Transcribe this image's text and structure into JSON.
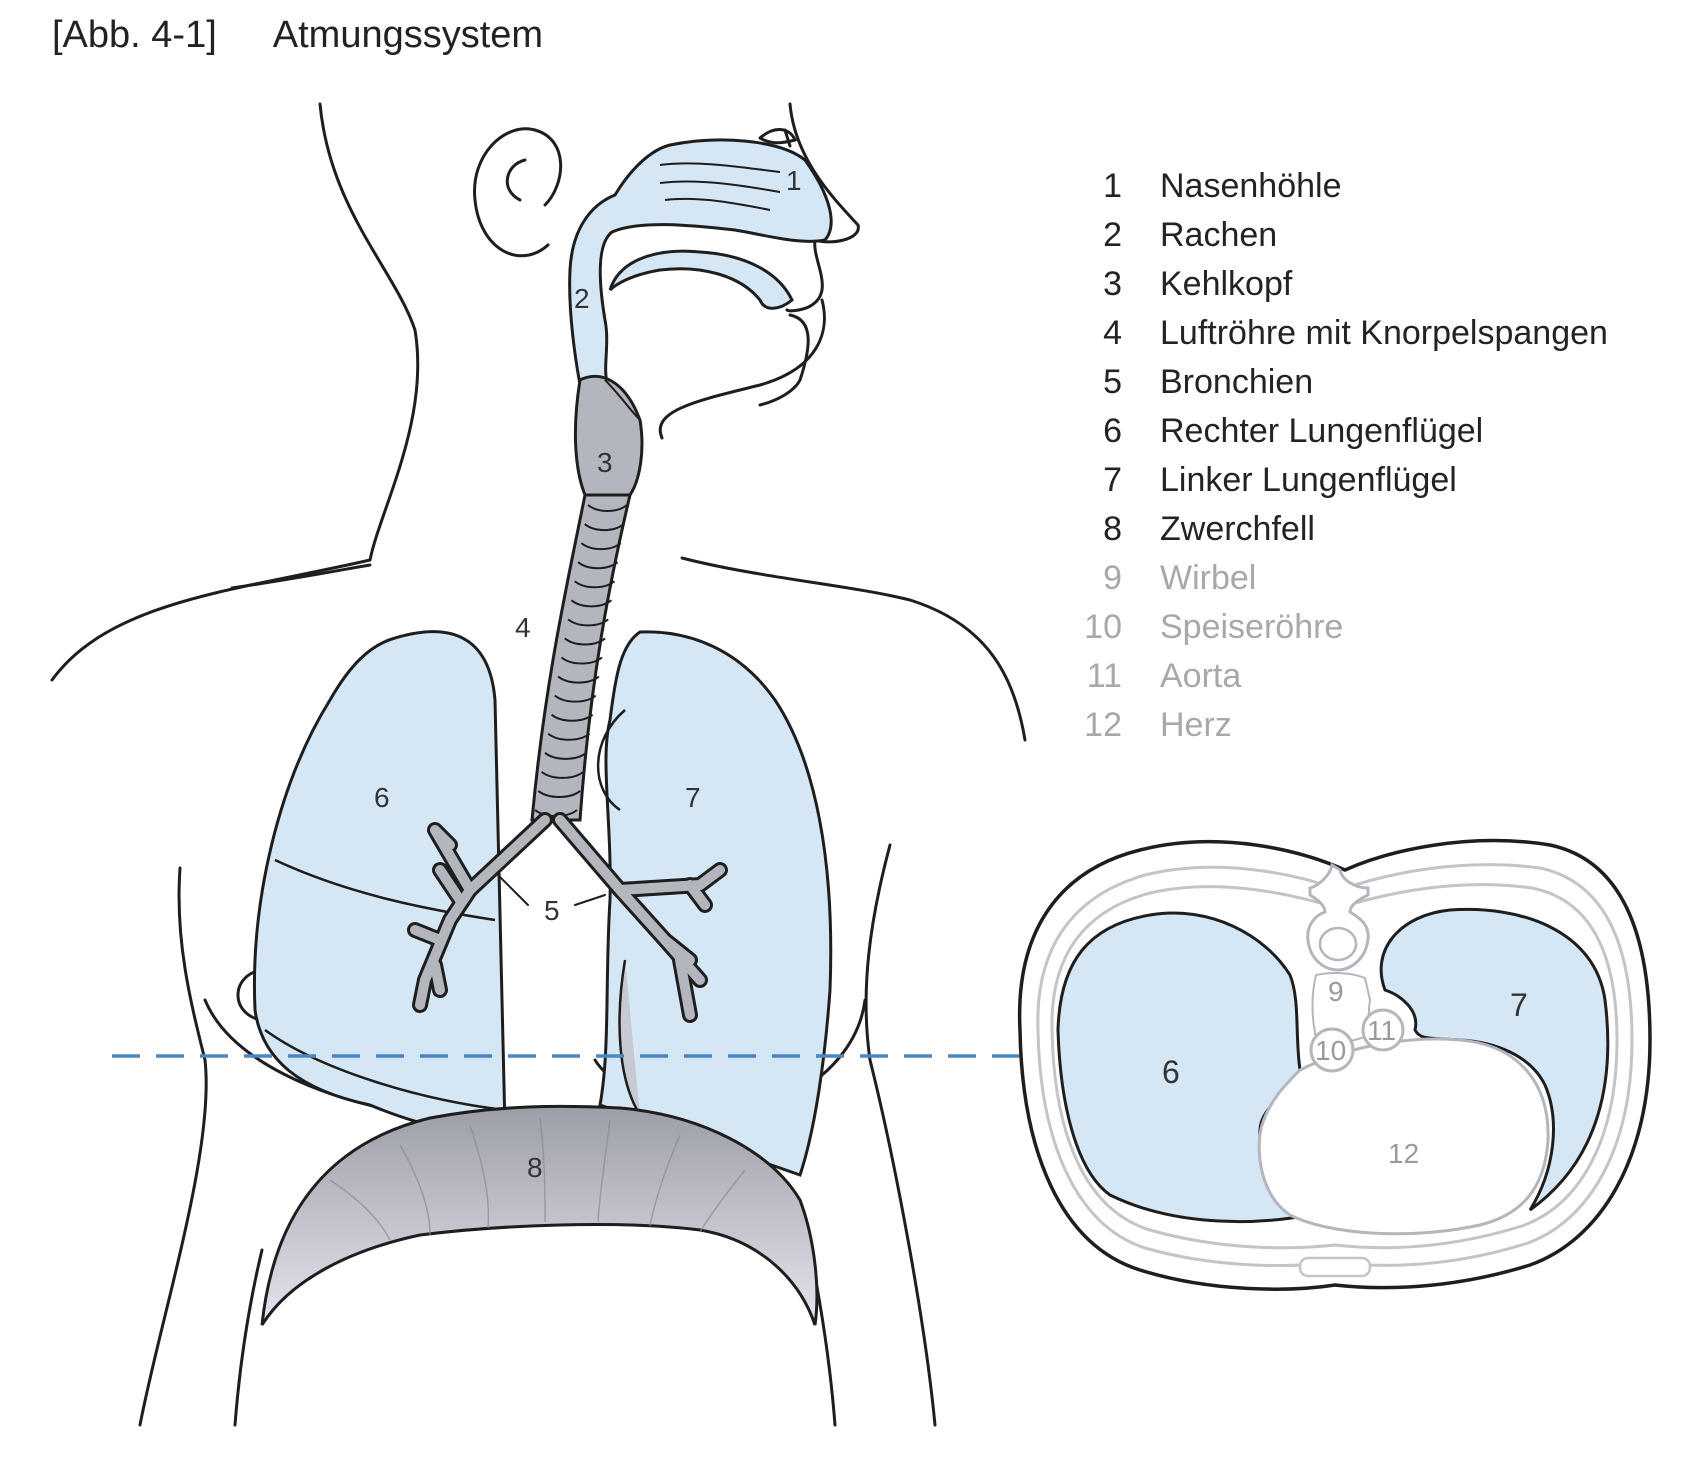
{
  "caption": {
    "number": "[Abb. 4-1]",
    "title": "Atmungssystem"
  },
  "legend": [
    {
      "number": "1",
      "label": "Nasenhöhle",
      "tone": "primary"
    },
    {
      "number": "2",
      "label": "Rachen",
      "tone": "primary"
    },
    {
      "number": "3",
      "label": "Kehlkopf",
      "tone": "primary"
    },
    {
      "number": "4",
      "label": "Luftröhre mit Knorpelspangen",
      "tone": "primary"
    },
    {
      "number": "5",
      "label": "Bronchien",
      "tone": "primary"
    },
    {
      "number": "6",
      "label": "Rechter Lungenflügel",
      "tone": "primary"
    },
    {
      "number": "7",
      "label": "Linker Lungenflügel",
      "tone": "primary"
    },
    {
      "number": "8",
      "label": "Zwerchfell",
      "tone": "primary"
    },
    {
      "number": "9",
      "label": "Wirbel",
      "tone": "secondary"
    },
    {
      "number": "10",
      "label": "Speiseröhre",
      "tone": "secondary"
    },
    {
      "number": "11",
      "label": "Aorta",
      "tone": "secondary"
    },
    {
      "number": "12",
      "label": "Herz",
      "tone": "secondary"
    }
  ],
  "labels": {
    "nose": "1",
    "pharynx": "2",
    "larynx": "3",
    "trachea": "4",
    "bronchi": "5",
    "right_lung": "6",
    "left_lung": "7",
    "diaphragm": "8",
    "cs_right_lung": "6",
    "cs_left_lung": "7",
    "cs_vertebra": "9",
    "cs_esophagus": "10",
    "cs_aorta": "11",
    "cs_heart": "12"
  },
  "colors": {
    "lung_fill": "#d5e6f5",
    "outline": "#1e1e1e",
    "gray_organ": "#b4b6bd",
    "section_line": "#4a86c0",
    "cross_section_light": "#c2c4c8"
  }
}
